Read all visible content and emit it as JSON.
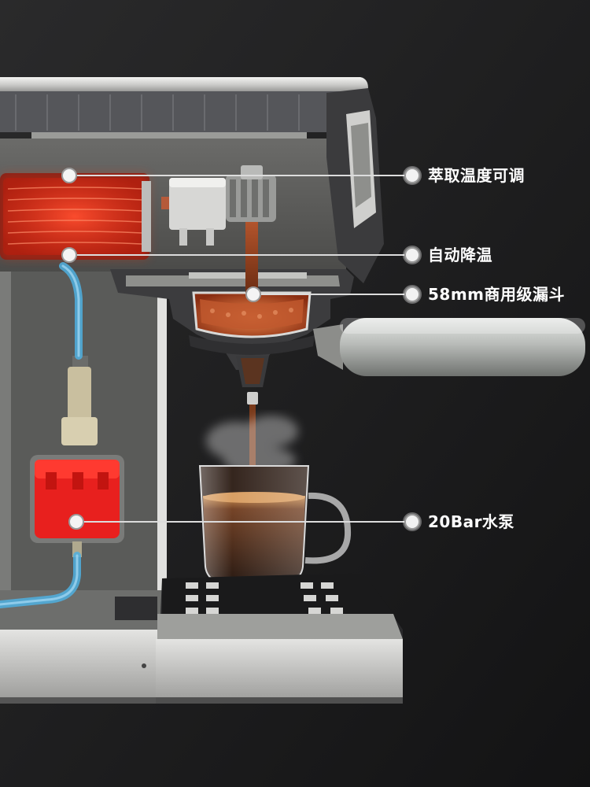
{
  "callouts": [
    {
      "id": "temp",
      "text": "萃取温度可调"
    },
    {
      "id": "cooling",
      "text": "自动降温"
    },
    {
      "id": "portafilter",
      "text": "58mm商用级漏斗"
    },
    {
      "id": "pump",
      "text": "20Bar水泵"
    }
  ],
  "colors": {
    "background": "#1b1b1c",
    "machine_silver": "#d9d9d7",
    "heater_red": "#ff3b2a",
    "pump_red": "#e8201e",
    "water_blue": "#4fb0e0",
    "coffee_brown": "#3a1d10",
    "crema": "#b9773c",
    "callout_line": "#dcdcdc"
  }
}
